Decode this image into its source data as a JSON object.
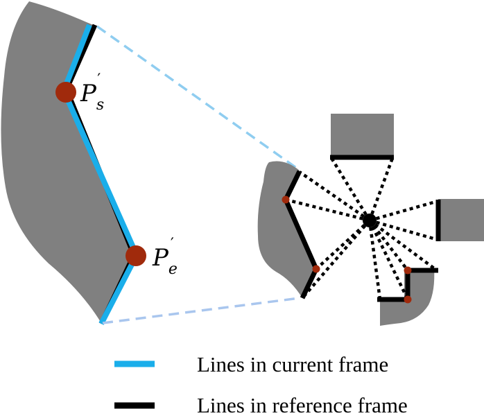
{
  "points": {
    "start": {
      "base": "P",
      "sub": "s",
      "prime": "′"
    },
    "end": {
      "base": "P",
      "sub": "e",
      "prime": "′"
    }
  },
  "legend": {
    "current": "Lines in current frame",
    "reference": "Lines in reference frame"
  },
  "colors": {
    "surface": "#808080",
    "current_line": "#1aaeea",
    "reference_line": "#000000",
    "projection_dash": "#8fcdf0",
    "endpoint": "#a02a0c"
  }
}
